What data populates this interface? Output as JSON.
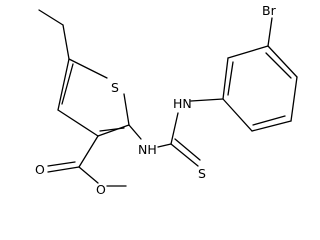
{
  "molecule": {
    "atoms": {
      "br": "Br",
      "s_ring": "S",
      "nh_upper": "HN",
      "nh_lower": "NH",
      "s_thio": "S",
      "o_carbonyl": "O",
      "o_ester": "O"
    }
  }
}
